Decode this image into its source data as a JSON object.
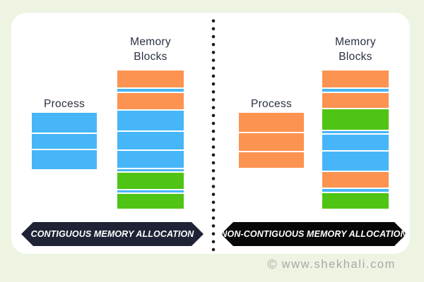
{
  "colors": {
    "page_bg": "#edf4e2",
    "card_bg": "#ffffff",
    "dot_color": "#17181c",
    "heading_text": "#2a3044",
    "banner_left_bg": "#1f2335",
    "banner_right_bg": "#070707",
    "watermark_text": "#a6aaa6",
    "blue": "#47b6f8",
    "orange": "#fc9351",
    "green": "#4fc414"
  },
  "left_panel": {
    "memory_heading": "Memory Blocks",
    "process_heading": "Process",
    "banner_label": "CONTIGUOUS MEMORY ALLOCATION",
    "process_blocks": [
      {
        "color": "blue",
        "h": 28
      },
      {
        "color": "blue",
        "h": 21
      },
      {
        "color": "blue",
        "h": 27
      }
    ],
    "memory_blocks": [
      {
        "color": "orange",
        "h": 24
      },
      {
        "color": "blue",
        "h": 4
      },
      {
        "color": "orange",
        "h": 23
      },
      {
        "color": "blue",
        "h": 28
      },
      {
        "color": "blue",
        "h": 25
      },
      {
        "color": "blue",
        "h": 24
      },
      {
        "color": "blue",
        "h": 3
      },
      {
        "color": "green",
        "h": 23
      },
      {
        "color": "blue",
        "h": 3
      },
      {
        "color": "green",
        "h": 21
      }
    ]
  },
  "right_panel": {
    "memory_heading": "Memory Blocks",
    "process_heading": "Process",
    "banner_label": "NON-CONTIGUOUS MEMORY ALLOCATION",
    "process_blocks": [
      {
        "color": "orange",
        "h": 27
      },
      {
        "color": "orange",
        "h": 25
      },
      {
        "color": "orange",
        "h": 22
      }
    ],
    "memory_blocks": [
      {
        "color": "orange",
        "h": 24
      },
      {
        "color": "blue",
        "h": 4
      },
      {
        "color": "orange",
        "h": 21
      },
      {
        "color": "green",
        "h": 29
      },
      {
        "color": "blue",
        "h": 3
      },
      {
        "color": "blue",
        "h": 22
      },
      {
        "color": "blue",
        "h": 27
      },
      {
        "color": "orange",
        "h": 22
      },
      {
        "color": "blue",
        "h": 4
      },
      {
        "color": "green",
        "h": 22
      }
    ]
  },
  "watermark": {
    "symbol": "©",
    "text": "www.shekhali.com"
  }
}
